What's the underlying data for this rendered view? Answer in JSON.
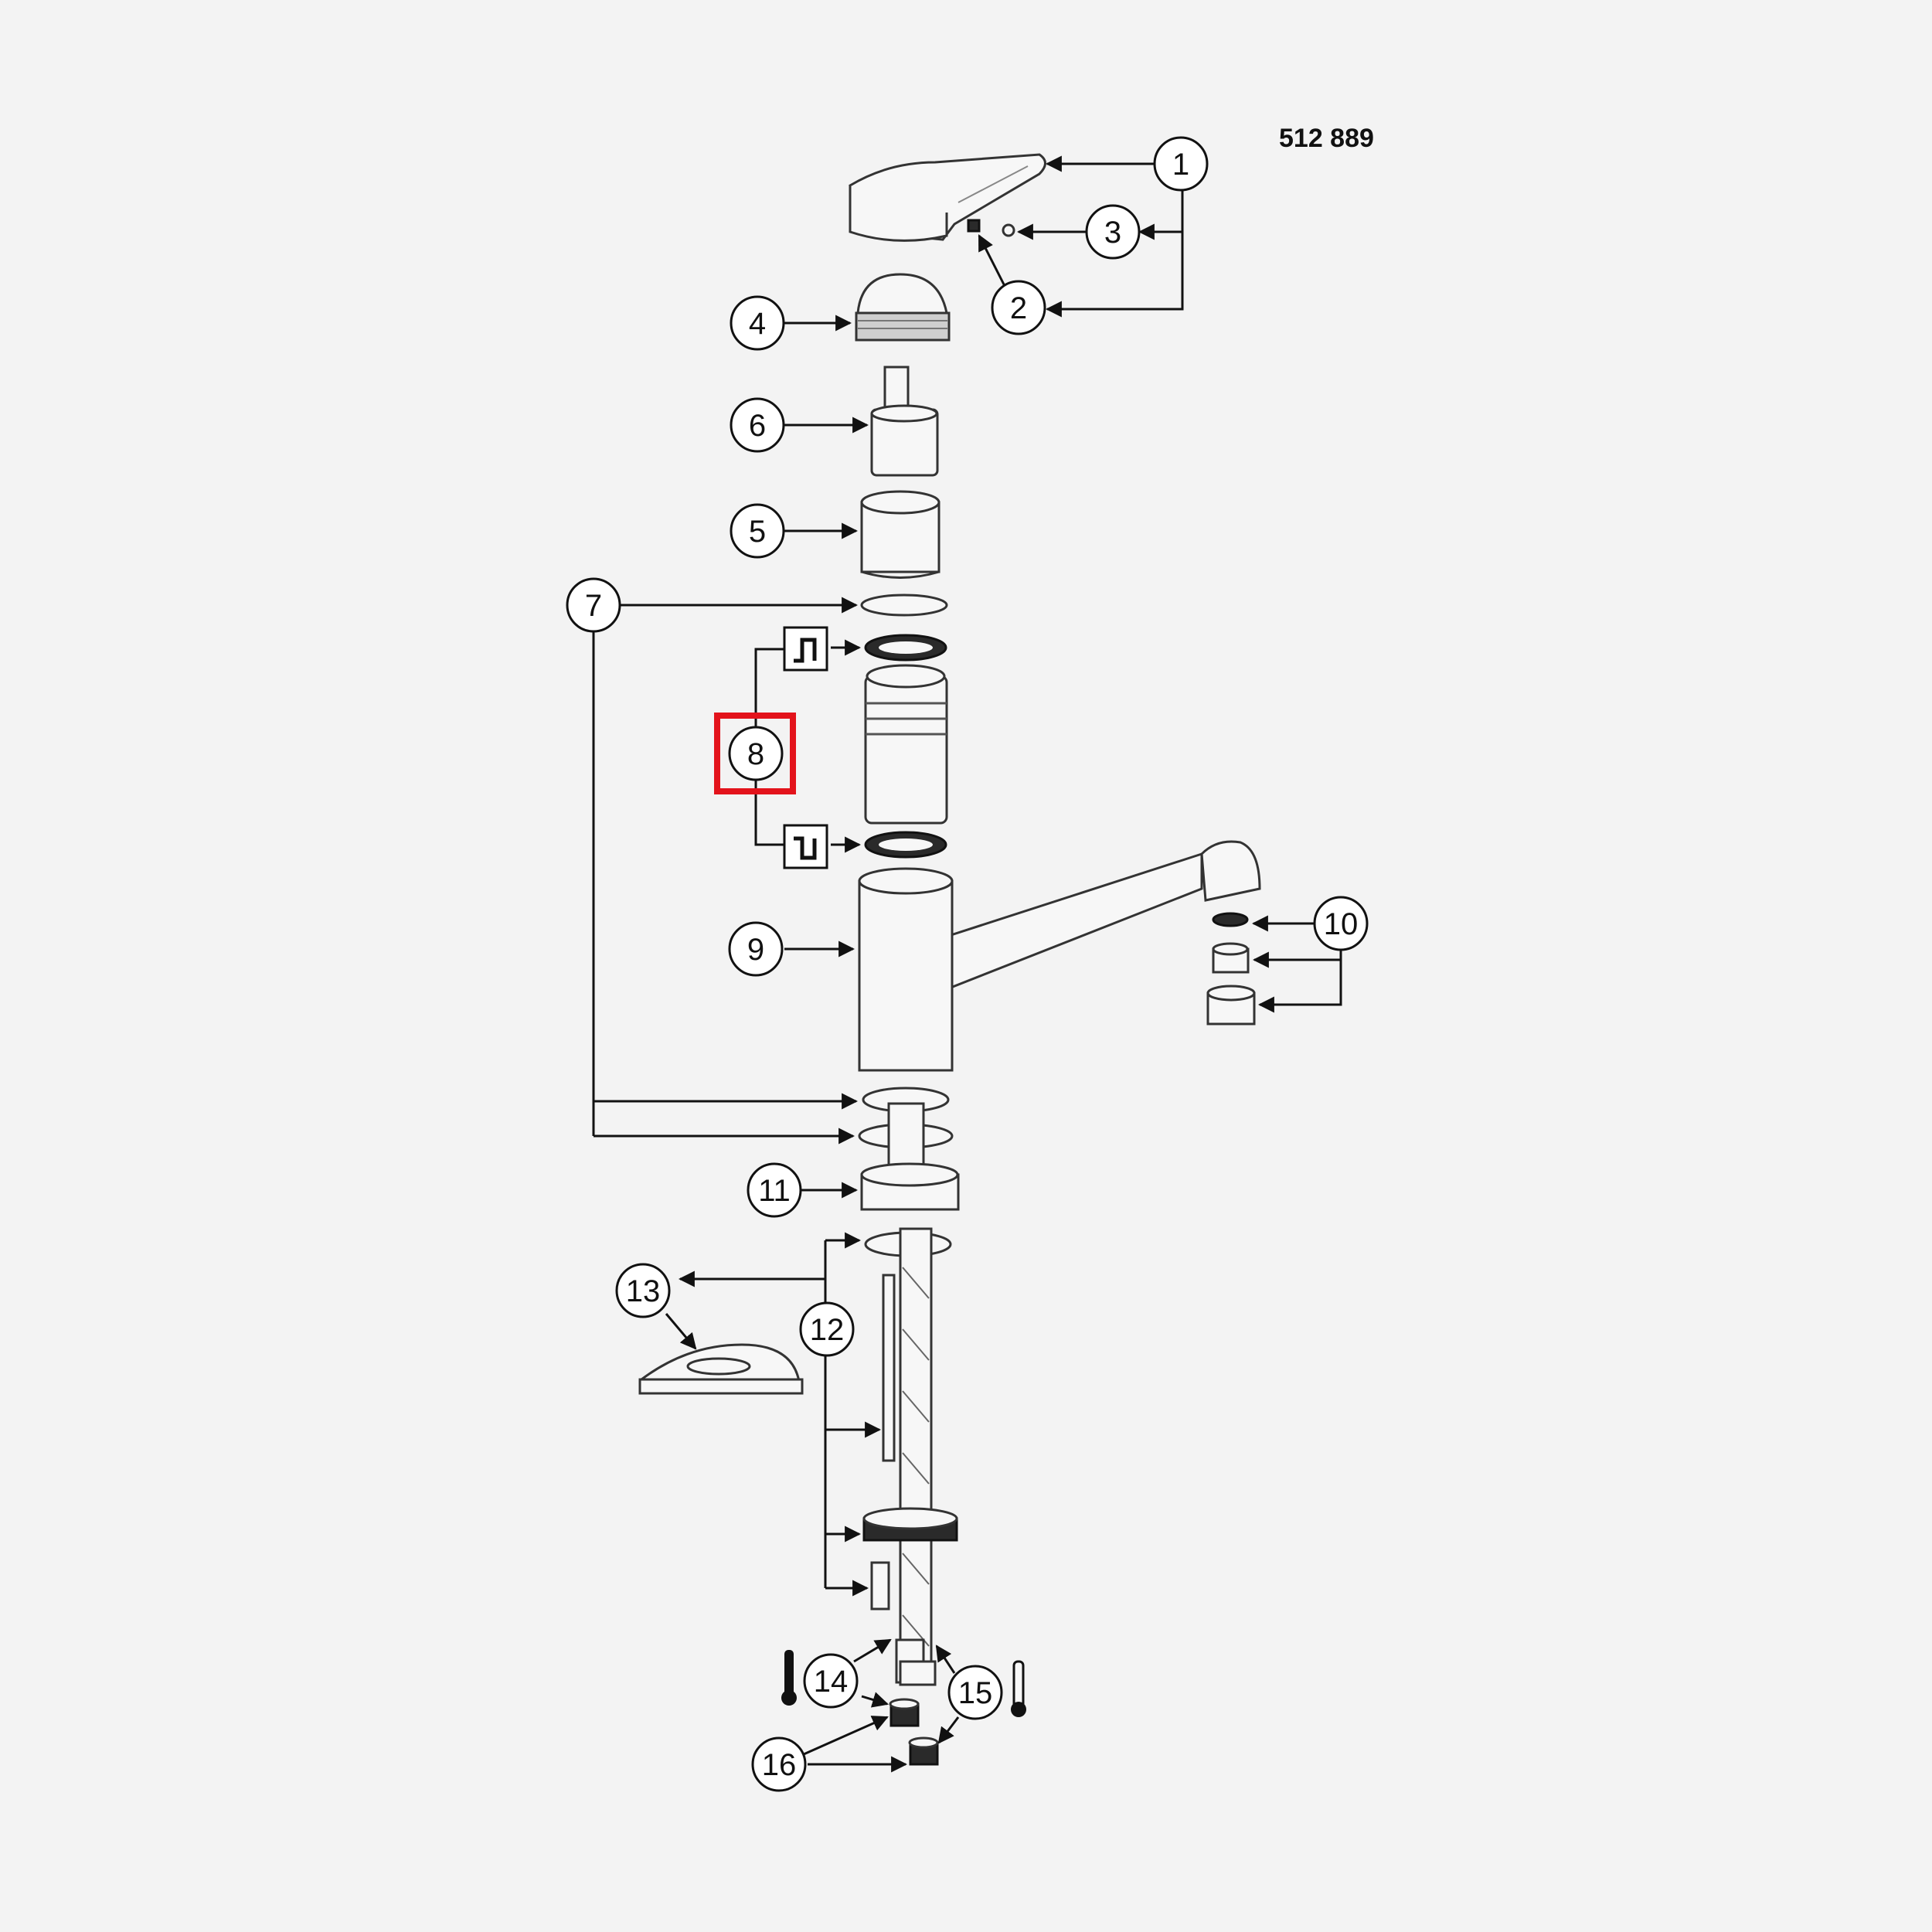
{
  "diagram": {
    "part_number": "512 889",
    "callouts": [
      "1",
      "2",
      "3",
      "4",
      "5",
      "6",
      "7",
      "8",
      "9",
      "10",
      "11",
      "12",
      "13",
      "14",
      "15",
      "16"
    ],
    "highlighted_callout": "8",
    "highlight_color": "#e3131b",
    "background_color": "#f3f3f3",
    "line_color": "#111111",
    "icons": {
      "upper_seal_symbol": "hot-up-arrow-icon",
      "lower_seal_symbol": "cold-down-arrow-icon",
      "hot_thermometer": "thermometer-icon",
      "cold_thermometer": "thermometer-icon"
    }
  }
}
